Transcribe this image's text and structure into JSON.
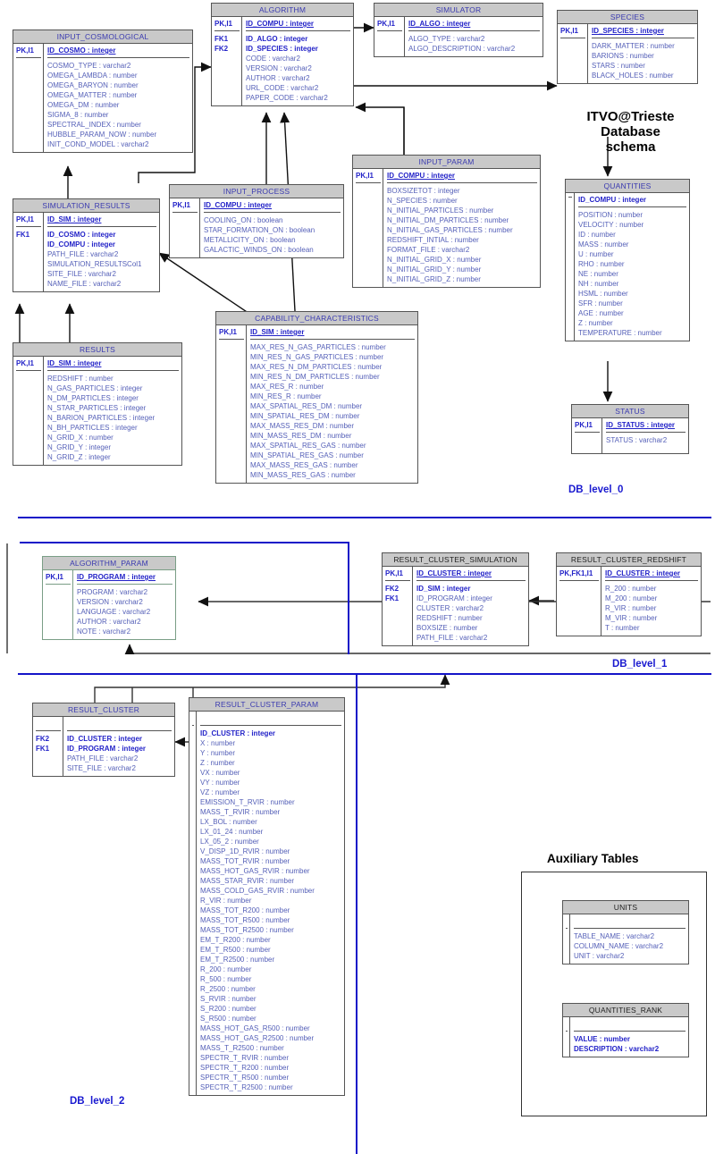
{
  "title": {
    "line1": "ITVO@Trieste",
    "line2": "Database",
    "line3": "schema"
  },
  "aux_title": "Auxiliary Tables",
  "levels": {
    "l0": "DB_level_0",
    "l1": "DB_level_1",
    "l2": "DB_level_2"
  },
  "colors": {
    "header_fill": "#c9c9c9",
    "header_text": "#3a3ab0",
    "field_text": "#5560b8",
    "key_text": "#2323c8",
    "level_text": "#1a1ad0",
    "separator": "#1414c8",
    "border": "#555555",
    "green_border": "#7a9e86"
  },
  "tables": {
    "input_cosmological": {
      "name": "INPUT_COSMOLOGICAL",
      "pk_label": "PK,I1",
      "pk_field": "ID_COSMO : integer",
      "fk_labels": [],
      "fields": [
        "COSMO_TYPE : varchar2",
        "OMEGA_LAMBDA : number",
        "OMEGA_BARYON : number",
        "OMEGA_MATTER : number",
        "OMEGA_DM : number",
        "SIGMA_8 : number",
        "SPECTRAL_INDEX : number",
        "HUBBLE_PARAM_NOW : number",
        "INIT_COND_MODEL : varchar2"
      ]
    },
    "algorithm": {
      "name": "ALGORITHM",
      "pk_label": "PK,I1",
      "pk_field": "ID_COMPU : integer",
      "fk_labels": [
        "FK1",
        "FK2"
      ],
      "fk_fields": [
        "ID_ALGO : integer",
        "ID_SPECIES : integer"
      ],
      "fields": [
        "CODE : varchar2",
        "VERSION : varchar2",
        "AUTHOR : varchar2",
        "URL_CODE : varchar2",
        "PAPER_CODE : varchar2"
      ]
    },
    "simulator": {
      "name": "SIMULATOR",
      "pk_label": "PK,I1",
      "pk_field": "ID_ALGO : integer",
      "fields": [
        "ALGO_TYPE : varchar2",
        "ALGO_DESCRIPTION : varchar2"
      ]
    },
    "species": {
      "name": "SPECIES",
      "pk_label": "PK,I1",
      "pk_field": "ID_SPECIES : integer",
      "fields": [
        "DARK_MATTER : number",
        "BARIONS : number",
        "STARS : number",
        "BLACK_HOLES : number"
      ]
    },
    "simulation_results": {
      "name": "SIMULATION_RESULTS",
      "pk_label": "PK,I1",
      "pk_field": "ID_SIM : integer",
      "fk_labels": [
        "FK1"
      ],
      "fk_fields": [
        "ID_COSMO : integer",
        "ID_COMPU : integer"
      ],
      "fields": [
        "PATH_FILE : varchar2",
        "SIMULATION_RESULTSCol1",
        "SITE_FILE : varchar2",
        "NAME_FILE : varchar2"
      ]
    },
    "input_process": {
      "name": "INPUT_PROCESS",
      "pk_label": "PK,I1",
      "pk_field": "ID_COMPU : integer",
      "fields": [
        "COOLING_ON : boolean",
        "STAR_FORMATION_ON : boolean",
        "METALLICITY_ON : boolean",
        "GALACTIC_WINDS_ON : boolean"
      ]
    },
    "input_param": {
      "name": "INPUT_PARAM",
      "pk_label": "PK,I1",
      "pk_field": "ID_COMPU : integer",
      "fields": [
        "BOXSIZETOT : integer",
        "N_SPECIES : number",
        "N_INITIAL_PARTICLES : number",
        "N_INITIAL_DM_PARTICLES : number",
        "N_INITIAL_GAS_PARTICLES : number",
        "REDSHIFT_INTIAL : number",
        "FORMAT_FILE : varchar2",
        "N_INITIAL_GRID_X : number",
        "N_INITIAL_GRID_Y : number",
        "N_INITIAL_GRID_Z : number"
      ]
    },
    "quantities": {
      "name": "QUANTITIES",
      "pk_label": "",
      "pk_field": "ID_COMPU : integer",
      "fields": [
        "POSITION : number",
        "VELOCITY : number",
        "ID : number",
        "MASS : number",
        "U : number",
        "RHO : number",
        "NE : number",
        "NH : number",
        "HSML : number",
        "SFR : number",
        "AGE : number",
        "Z : number",
        "TEMPERATURE : number"
      ]
    },
    "results": {
      "name": "RESULTS",
      "pk_label": "PK,I1",
      "pk_field": "ID_SIM : integer",
      "fields": [
        "REDSHIFT : number",
        "N_GAS_PARTICLES : integer",
        "N_DM_PARTICLES : integer",
        "N_STAR_PARTICLES : integer",
        "N_BARION_PARTICLES : integer",
        "N_BH_PARTICLES : integer",
        "N_GRID_X : number",
        "N_GRID_Y : integer",
        "N_GRID_Z : integer"
      ]
    },
    "capability_characteristics": {
      "name": "CAPABILITY_CHARACTERISTICS",
      "pk_label": "PK,I1",
      "pk_field": "ID_SIM : integer",
      "fields": [
        "MAX_RES_N_GAS_PARTICLES : number",
        "MIN_RES_N_GAS_PARTICLES : number",
        "MAX_RES_N_DM_PARTICLES : number",
        "MIN_RES_N_DM_PARTICLES : number",
        "MAX_RES_R : number",
        "MIN_RES_R : number",
        "MAX_SPATIAL_RES_DM : number",
        "MIN_SPATIAL_RES_DM : number",
        "MAX_MASS_RES_DM : number",
        "MIN_MASS_RES_DM : number",
        "MAX_SPATIAL_RES_GAS : number",
        "MIN_SPATIAL_RES_GAS : number",
        "MAX_MASS_RES_GAS : number",
        "MIN_MASS_RES_GAS : number"
      ]
    },
    "status": {
      "name": "STATUS",
      "pk_label": "PK,I1",
      "pk_field": "ID_STATUS : integer",
      "fields": [
        "STATUS : varchar2"
      ]
    },
    "algorithm_param": {
      "name": "ALGORITHM_PARAM",
      "pk_label": "PK,I1",
      "pk_field": "ID_PROGRAM : integer",
      "fields": [
        "PROGRAM : varchar2",
        "VERSION : varchar2",
        "LANGUAGE : varchar2",
        "AUTHOR : varchar2",
        "NOTE : varchar2"
      ]
    },
    "result_cluster_simulation": {
      "name": "RESULT_CLUSTER_SIMULATION",
      "pk_label": "PK,I1",
      "pk_field": "ID_CLUSTER : integer",
      "fk_labels": [
        "FK2",
        "FK1"
      ],
      "fk_fields": [
        "ID_SIM : integer"
      ],
      "fields": [
        "ID_PROGRAM : integer",
        "CLUSTER : varchar2",
        "REDSHIFT : number",
        "BOXSIZE : number",
        "PATH_FILE : varchar2"
      ]
    },
    "result_cluster_redshift": {
      "name": "RESULT_CLUSTER_REDSHIFT",
      "pk_label": "PK,FK1,I1",
      "pk_field": "ID_CLUSTER : integer",
      "fields": [
        "R_200 : number",
        "M_200 : number",
        "R_VIR : number",
        "M_VIR : number",
        "T : number"
      ]
    },
    "result_cluster": {
      "name": "RESULT_CLUSTER",
      "pk_label": "",
      "pk_field": "",
      "fk_labels": [
        "FK2",
        "FK1"
      ],
      "fk_fields": [
        "ID_CLUSTER : integer",
        "ID_PROGRAM : integer"
      ],
      "fields": [
        "PATH_FILE : varchar2",
        "SITE_FILE : varchar2"
      ]
    },
    "result_cluster_param": {
      "name": "RESULT_CLUSTER_PARAM",
      "pk_label": "",
      "pk_field": "",
      "fk_fields": [
        "ID_CLUSTER : integer"
      ],
      "fields": [
        "X : number",
        "Y : number",
        "Z : number",
        "VX : number",
        "VY : number",
        "VZ : number",
        "EMISSION_T_RVIR : number",
        "MASS_T_RVIR : number",
        "LX_BOL : number",
        "LX_01_24 : number",
        "LX_05_2 : number",
        "V_DISP_1D_RVIR : number",
        "MASS_TOT_RVIR : number",
        "MASS_HOT_GAS_RVIR : number",
        "MASS_STAR_RVIR : number",
        "MASS_COLD_GAS_RVIR : number",
        "R_VIR : number",
        "MASS_TOT_R200 : number",
        "MASS_TOT_R500 : number",
        "MASS_TOT_R2500 : number",
        "EM_T_R200 : number",
        "EM_T_R500 : number",
        "EM_T_R2500 : number",
        "R_200 : number",
        "R_500 : number",
        "R_2500 : number",
        "S_RVIR : number",
        "S_R200 : number",
        "S_R500 : number",
        "MASS_HOT_GAS_R500 : number",
        "MASS_HOT_GAS_R2500 : number",
        "MASS_T_R2500 : number",
        "SPECTR_T_RVIR : number",
        "SPECTR_T_R200 : number",
        "SPECTR_T_R500 : number",
        "SPECTR_T_R2500 : number"
      ]
    },
    "units": {
      "name": "UNITS",
      "pk_label": "",
      "pk_field": "",
      "fields": [
        "TABLE_NAME : varchar2",
        "COLUMN_NAME : varchar2",
        "UNIT : varchar2"
      ]
    },
    "quantities_rank": {
      "name": "QUANTITIES_RANK",
      "pk_label": "",
      "pk_field": "",
      "fk_fields": [
        "VALUE : number",
        "DESCRIPTION : varchar2"
      ],
      "fields": []
    }
  }
}
